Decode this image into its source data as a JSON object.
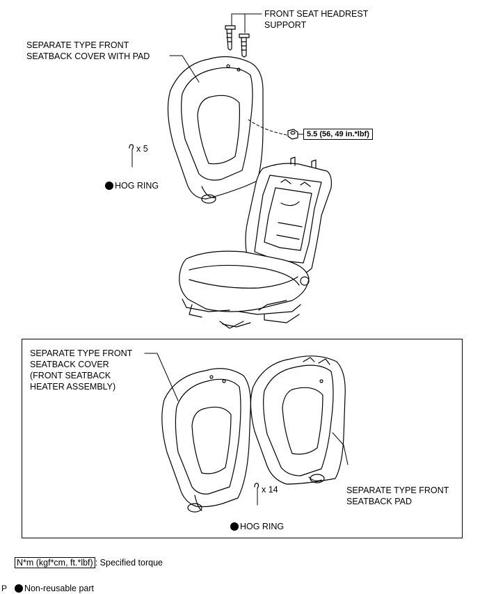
{
  "labels": {
    "headrest_support": "FRONT SEAT HEADREST\nSUPPORT",
    "seatback_cover_with_pad": "SEPARATE TYPE FRONT\nSEATBACK COVER WITH PAD",
    "torque_value": "5.5 (56, 49 in.*lbf)",
    "hog_ring_count_top": "x 5",
    "hog_ring_top": "HOG RING",
    "seatback_cover_inset": "SEPARATE TYPE FRONT\nSEATBACK COVER\n(FRONT SEATBACK\nHEATER ASSEMBLY)",
    "hog_ring_count_inset": "x 14",
    "hog_ring_inset": "HOG RING",
    "seatback_pad_inset": "SEPARATE TYPE FRONT\nSEATBACK PAD"
  },
  "legend": {
    "torque_unit": "N*m (kgf*cm, ft.*lbf)",
    "torque_desc": ": Specified torque",
    "nonreusable": "Non-reusable part"
  },
  "footer": {
    "letter": "P"
  }
}
